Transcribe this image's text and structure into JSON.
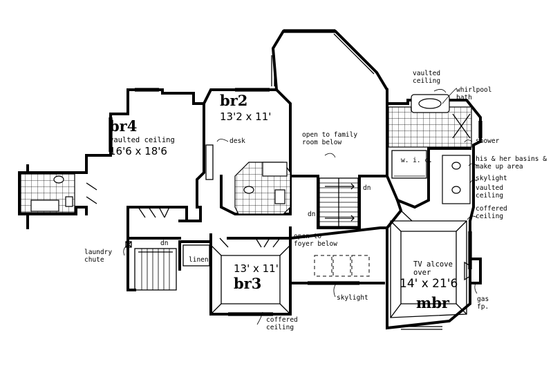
{
  "rooms": {
    "br4": {
      "name": "br4",
      "ceiling": "vaulted ceiling",
      "dims": "16'6 x 18'6"
    },
    "br2": {
      "name": "br2",
      "dims": "13'2 x 11'"
    },
    "br3": {
      "name": "br3",
      "dims": "13' x 11'"
    },
    "mbr": {
      "name": "mbr",
      "dims": "14' x 21'6",
      "alcove_line1": "TV alcove",
      "alcove_line2": "over"
    }
  },
  "labels": {
    "desk": "desk",
    "open_family_1": "open to family",
    "open_family_2": "room below",
    "open_foyer_1": "open to",
    "open_foyer_2": "foyer below",
    "dn_stair_main_right": "dn",
    "dn_stair_main_left": "dn",
    "dn_stair_back": "dn",
    "laundry_1": "laundry",
    "laundry_2": "chute",
    "linen": "linen",
    "skylight_hall": "skylight",
    "coffered_br3_1": "coffered",
    "coffered_br3_2": "ceiling",
    "vaulted_bath_1": "vaulted",
    "vaulted_bath_2": "ceiling",
    "whirlpool_1": "whirlpool",
    "whirlpool_2": "bath",
    "wic": "w. i. c.",
    "shower": "shower",
    "basins_1": "his & her basins &",
    "basins_2": "make up area",
    "skylight_bath": "skylight",
    "vaulted_mbr_1": "vaulted",
    "vaulted_mbr_2": "ceiling",
    "coffered_mbr_1": "coffered",
    "coffered_mbr_2": "ceiling",
    "gasfp_1": "gas",
    "gasfp_2": "fp."
  }
}
